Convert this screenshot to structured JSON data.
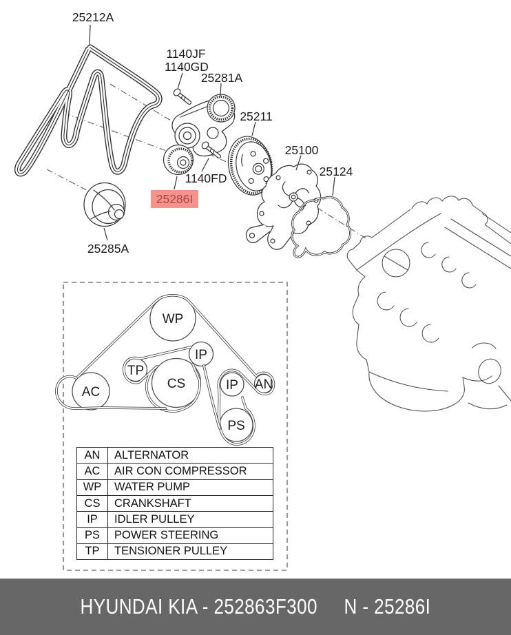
{
  "parts": {
    "labels": [
      {
        "text": "25212A",
        "highlighted": false
      },
      {
        "text": "1140JF",
        "highlighted": false
      },
      {
        "text": "1140GD",
        "highlighted": false
      },
      {
        "text": "25281A",
        "highlighted": false
      },
      {
        "text": "25211",
        "highlighted": false
      },
      {
        "text": "25100",
        "highlighted": false
      },
      {
        "text": "25124",
        "highlighted": false
      },
      {
        "text": "1140FD",
        "highlighted": false
      },
      {
        "text": "25286I",
        "highlighted": true
      },
      {
        "text": "25285A",
        "highlighted": false
      }
    ]
  },
  "belt_diagram": {
    "pulleys": [
      "WP",
      "TP",
      "IP",
      "CS",
      "AC",
      "IP",
      "AN",
      "PS"
    ]
  },
  "legend": {
    "rows": [
      {
        "code": "AN",
        "name": "ALTERNATOR"
      },
      {
        "code": "AC",
        "name": "AIR CON COMPRESSOR"
      },
      {
        "code": "WP",
        "name": "WATER PUMP"
      },
      {
        "code": "CS",
        "name": "CRANKSHAFT"
      },
      {
        "code": "IP",
        "name": "IDLER PULLEY"
      },
      {
        "code": "PS",
        "name": "POWER STEERING"
      },
      {
        "code": "TP",
        "name": "TENSIONER PULLEY"
      }
    ]
  },
  "footer": {
    "brand": "HYUNDAI  KIA - 252863F300",
    "part_ref": "N - 25286I"
  },
  "colors": {
    "highlight_bg": "#f4928c",
    "highlight_text": "#ad463e",
    "footer_bg": "#676767",
    "footer_text": "#ffffff",
    "line_art": "#333333"
  }
}
